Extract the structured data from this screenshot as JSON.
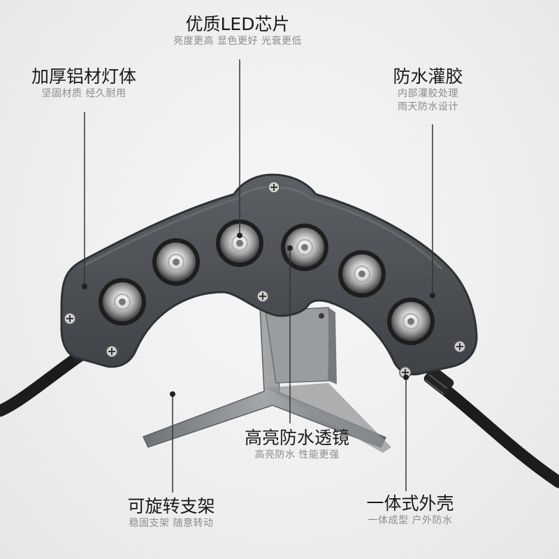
{
  "callouts": {
    "chip": {
      "title": "优质LED芯片",
      "sub": "亮度更高 显色更好 光衰更低"
    },
    "body": {
      "title": "加厚铝材灯体",
      "sub": "坚固材质 经久耐用"
    },
    "glue": {
      "title": "防水灌胶",
      "sub1": "内部灌胶处理",
      "sub2": "雨天防水设计"
    },
    "lens": {
      "title": "高亮防水透镜",
      "sub": "高亮防水 性能更强"
    },
    "bracket": {
      "title": "可旋转支架",
      "sub": "稳固支架 随意转动"
    },
    "shell": {
      "title": "一体式外壳",
      "sub": "一体成型 户外防水"
    }
  },
  "colors": {
    "housing": "#4e5256",
    "housing_edge": "#2f3235",
    "bracket": "#8a8d90",
    "cable": "#1c1c1c",
    "leader_line": "#333333"
  },
  "product": {
    "led_count": 6
  }
}
